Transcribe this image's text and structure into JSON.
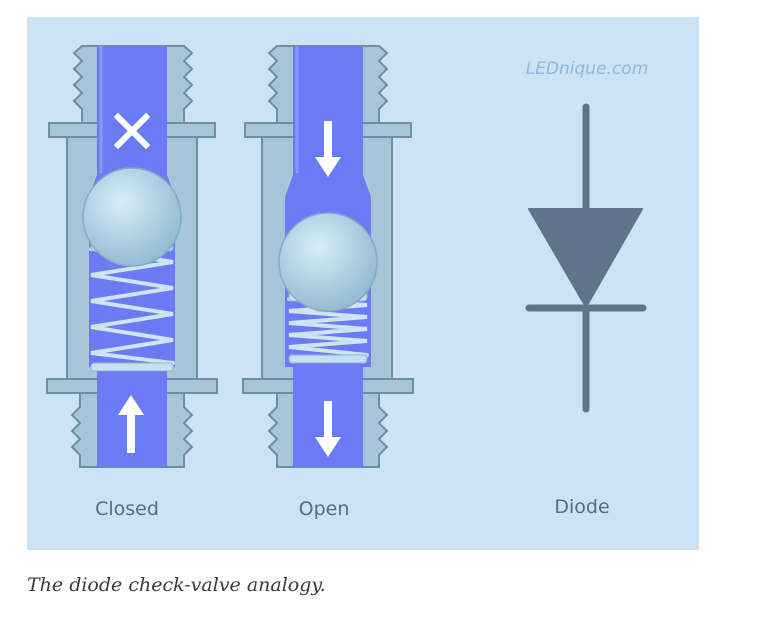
{
  "figure": {
    "watermark": "LEDnique.com",
    "labels": {
      "closed": "Closed",
      "open": "Open",
      "diode": "Diode"
    },
    "colors": {
      "background": "#cce3f6",
      "valve_body": "#a6c5d8",
      "valve_outline": "#6c8fa4",
      "flow_channel": "#6a7bf5",
      "ball": "#b6d8ea",
      "spring": "#b9d7ea",
      "diode_symbol": "#5f7489"
    },
    "icons": {
      "closed_top": "x-mark-icon",
      "closed_bottom": "arrow-up-icon",
      "open_top": "arrow-down-icon",
      "open_bottom": "arrow-down-icon"
    }
  },
  "caption": "The diode check-valve analogy."
}
